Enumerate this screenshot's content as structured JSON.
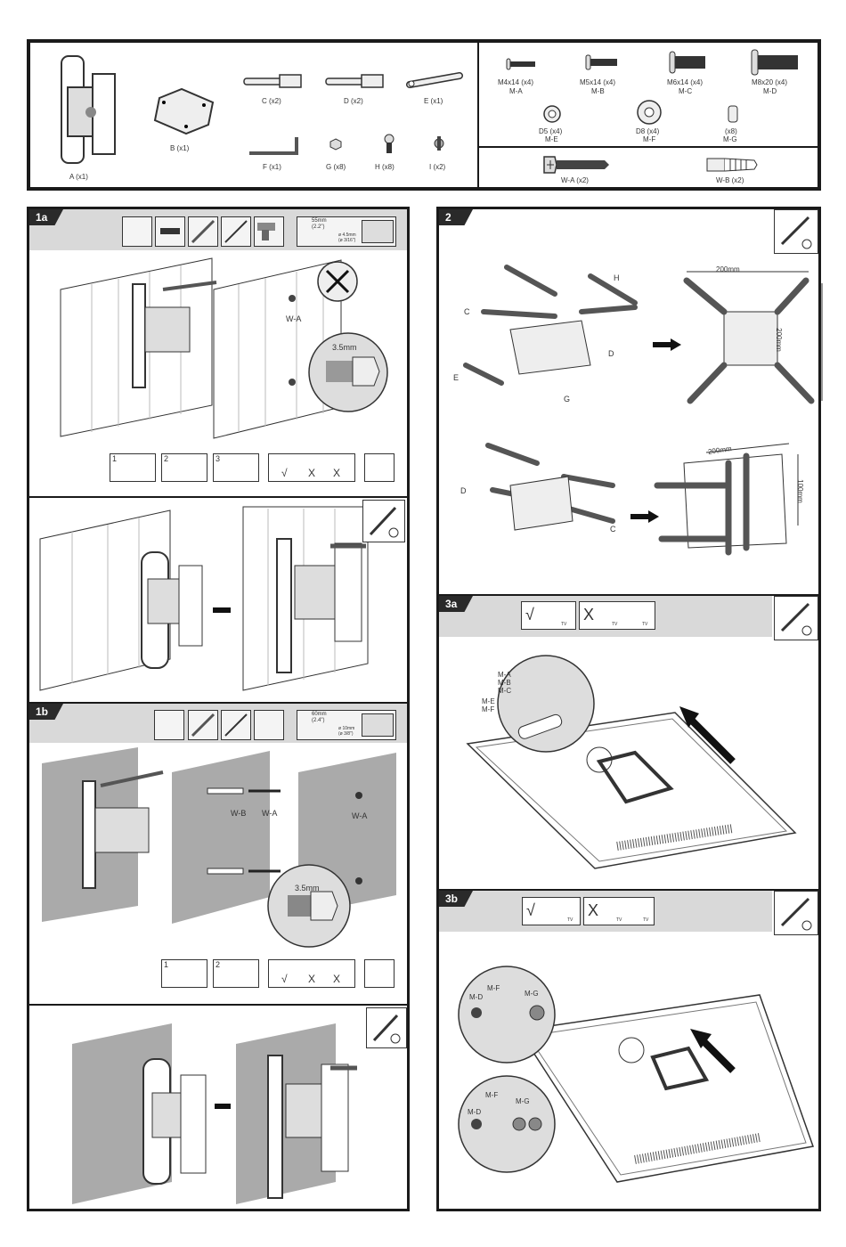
{
  "parts": {
    "bracket": [
      {
        "id": "A",
        "label": "A (x1)"
      },
      {
        "id": "B",
        "label": "B (x1)"
      },
      {
        "id": "C",
        "label": "C (x2)"
      },
      {
        "id": "D",
        "label": "D (x2)"
      },
      {
        "id": "E",
        "label": "E (x1)"
      },
      {
        "id": "F",
        "label": "F (x1)"
      },
      {
        "id": "G",
        "label": "G (x8)"
      },
      {
        "id": "H",
        "label": "H (x8)"
      },
      {
        "id": "I",
        "label": "I (x2)"
      }
    ],
    "monitor_hardware": [
      {
        "size": "M4x14 (x4)",
        "code": "M-A"
      },
      {
        "size": "M5x14 (x4)",
        "code": "M-B"
      },
      {
        "size": "M6x14 (x4)",
        "code": "M-C"
      },
      {
        "size": "M8x20 (x4)",
        "code": "M-D"
      },
      {
        "size": "D5 (x4)",
        "code": "M-E"
      },
      {
        "size": "D8 (x4)",
        "code": "M-F"
      },
      {
        "size": "(x8)",
        "code": "M-G"
      }
    ],
    "wall_hardware": [
      {
        "label": "W-A (x2)"
      },
      {
        "label": "W-B (x2)"
      }
    ]
  },
  "steps": {
    "s1a": {
      "tab": "1a",
      "drill": {
        "depth": "55mm",
        "depth_in": "(2.2\")",
        "dia": "ø 4.5mm",
        "dia_in": "(ø 3/16\")"
      },
      "wa": "W-A",
      "screw_size": "3.5mm",
      "sub": [
        "1",
        "2",
        "3"
      ],
      "check": "√",
      "cross": "X"
    },
    "s1b": {
      "tab": "1b",
      "drill": {
        "depth": "60mm",
        "depth_in": "(2.4\")",
        "dia": "ø 10mm",
        "dia_in": "(ø 3/8\")"
      },
      "wa": "W-A",
      "wb": "W-B",
      "screw_size": "3.5mm",
      "sub": [
        "1",
        "2"
      ],
      "check": "√",
      "cross": "X"
    },
    "s2": {
      "tab": "2",
      "labels": {
        "H": "H",
        "C": "C",
        "D": "D",
        "E": "E",
        "G": "G"
      },
      "dim200": "200mm",
      "dim100": "100mm"
    },
    "s3a": {
      "tab": "3a",
      "codes": [
        "M-A",
        "M-B",
        "M-C",
        "M-E",
        "M-F"
      ],
      "check": "√",
      "cross": "X",
      "tv": "TV"
    },
    "s3b": {
      "tab": "3b",
      "codes_top": [
        "M-D",
        "M-F",
        "M-G"
      ],
      "codes_bottom": [
        "M-D",
        "M-F",
        "M-G"
      ],
      "check": "√",
      "cross": "X",
      "tv": "TV"
    }
  }
}
